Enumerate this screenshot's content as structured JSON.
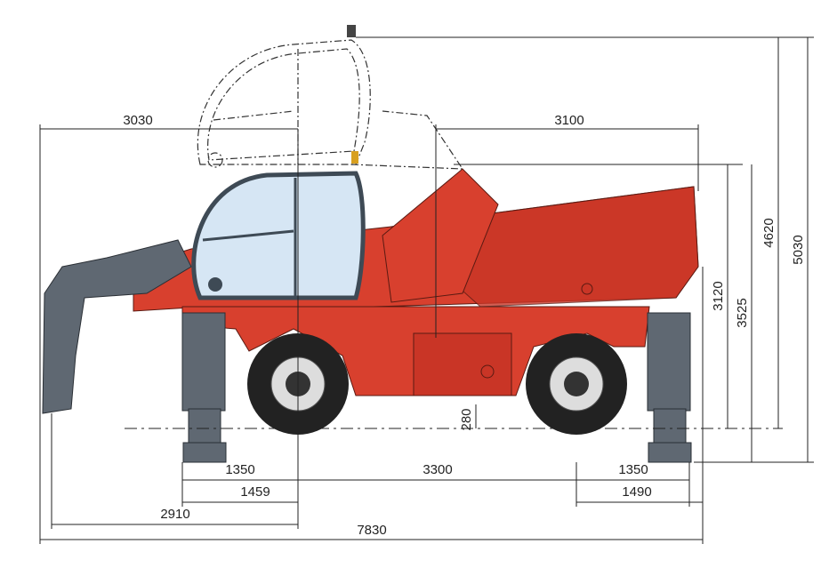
{
  "diagram": {
    "dimensions": {
      "front_overhang_top": "3030",
      "rear_overhang_top": "3100",
      "height_body": "3120",
      "height_body_outriggers": "3525",
      "height_cab_raised": "4620",
      "height_cab_raised_outriggers": "5030",
      "ground_clearance": "280",
      "outrigger_front_to_axle": "1350",
      "wheelbase": "3300",
      "outrigger_rear_to_axle": "1350",
      "front_overhang_1459": "1459",
      "rear_overhang_1490": "1490",
      "front_overall_2910": "2910",
      "overall_length": "7830"
    },
    "colors": {
      "body": "#d8402e",
      "frame": "#5f6872",
      "glass": "#d6e6f4"
    }
  }
}
